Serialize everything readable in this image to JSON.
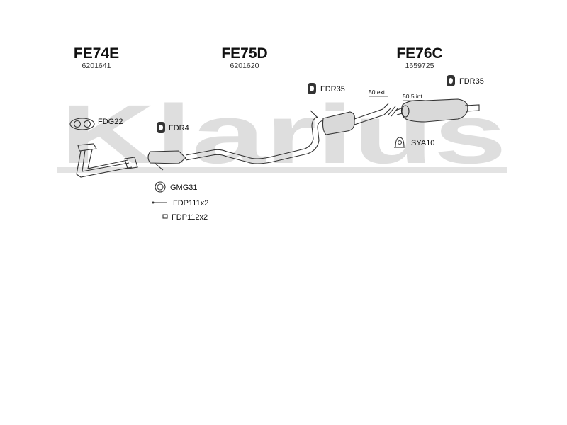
{
  "watermark": {
    "text": "Klarius"
  },
  "sections": [
    {
      "title": "FE74E",
      "code": "6201641"
    },
    {
      "title": "FE75D",
      "code": "6201620"
    },
    {
      "title": "FE76C",
      "code": "1659725"
    }
  ],
  "parts": {
    "fdg22": "FDG22",
    "fdr4": "FDR4",
    "gmg31": "GMG31",
    "fdp111": "FDP111x2",
    "fdp112": "FDP112x2",
    "fdr35_a": "FDR35",
    "fdr35_b": "FDR35",
    "sya10": "SYA10"
  },
  "annotations": {
    "ext": "50 ext.",
    "int": "50,5 int."
  }
}
